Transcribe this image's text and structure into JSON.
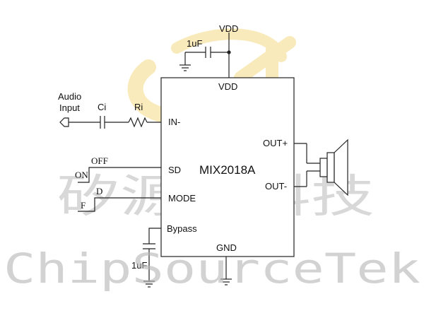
{
  "labels": {
    "vdd_top": "VDD",
    "cap_top": "1uF",
    "vdd_pin": "VDD",
    "audio_line1": "Audio",
    "audio_line2": "Input",
    "ci": "Ci",
    "ri": "Ri",
    "in_pin": "IN-",
    "out_plus": "OUT+",
    "out_minus": "OUT-",
    "sd_pin": "SD",
    "chip_name": "MIX2018A",
    "on_label": "ON",
    "off_label": "OFF",
    "d_label": "D",
    "f_label": "F",
    "mode_pin": "MODE",
    "bypass_pin": "Bypass",
    "gnd_pin": "GND",
    "cap_bottom": "1uF"
  },
  "watermark": {
    "chinese": "矽源特科技",
    "english": "ChipSourceTek"
  },
  "colors": {
    "logo": "#f7e4a6",
    "watermark": "#b9b9b9",
    "line": "#222222"
  }
}
